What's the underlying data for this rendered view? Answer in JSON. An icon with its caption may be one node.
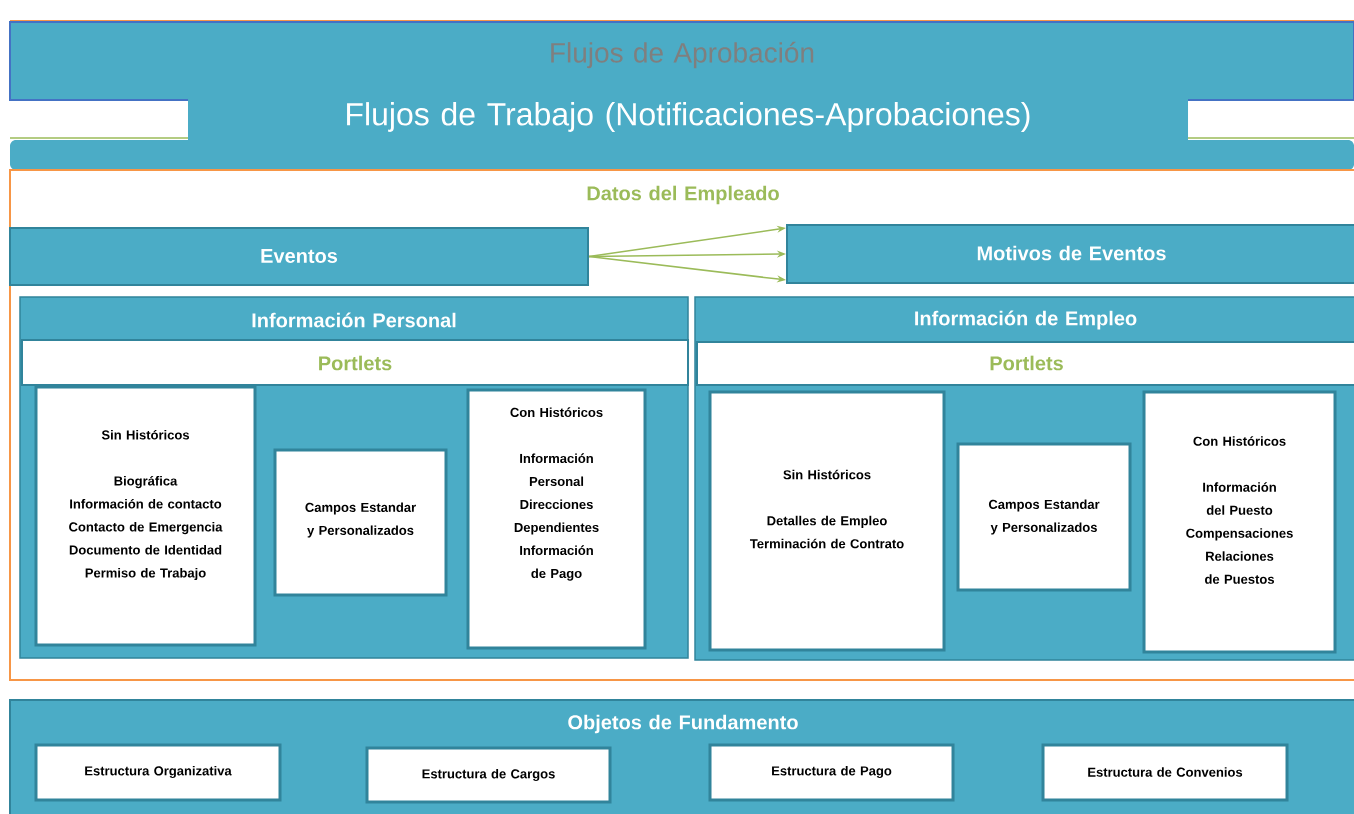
{
  "diagram": {
    "nodes": [
      {
        "text": [
          "Flujos de Aprobación"
        ]
      },
      {
        "text": [
          "Flujos de Trabajo (Notificaciones-Aprobaciones)"
        ]
      },
      {
        "text": [
          "Datos del Empleado"
        ]
      },
      {
        "text": [
          "Eventos"
        ],
        "in": 2
      },
      {
        "text": [
          "Motivos de Eventos"
        ],
        "in": 2
      },
      {
        "text": [
          "Información Personal"
        ],
        "in": 2
      },
      {
        "text": [
          "Portlets"
        ],
        "in": 5
      },
      {
        "text": [
          "Sin Históricos",
          "Biográfica",
          "Información de contacto",
          "Contacto de Emergencia",
          "Documento de Identidad",
          "Permiso de Trabajo"
        ],
        "in": 5
      },
      {
        "text": [
          "Campos Estandar y Personalizados"
        ],
        "in": 5
      },
      {
        "text": [
          "Con Históricos",
          "Información Personal",
          "Direcciones",
          "Dependientes",
          "Información de Pago"
        ],
        "in": 5
      },
      {
        "text": [
          "Información de Empleo"
        ],
        "in": 2
      },
      {
        "text": [
          "Portlets"
        ],
        "in": 10
      },
      {
        "text": [
          "Sin Históricos",
          "Detalles de Empleo",
          "Terminación de Contrato"
        ],
        "in": 10
      },
      {
        "text": [
          "Campos Estandar y Personalizados"
        ],
        "in": 10
      },
      {
        "text": [
          "Con Históricos",
          "Información del Puesto",
          "Compensaciones",
          "Relaciones de Puestos"
        ],
        "in": 10
      },
      {
        "text": [
          "Objetos de Fundamento"
        ]
      },
      {
        "text": [
          "Estructura Organizativa"
        ],
        "in": 15
      },
      {
        "text": [
          "Estructura de Cargos"
        ],
        "in": 15
      },
      {
        "text": [
          "Estructura de Pago"
        ],
        "in": 15
      },
      {
        "text": [
          "Estructura de Convenios"
        ],
        "in": 15
      }
    ],
    "edges": [
      {
        "from": 3,
        "to": 4,
        "arrow": "to"
      },
      {
        "from": 3,
        "to": 4,
        "arrow": "to"
      },
      {
        "from": 3,
        "to": 4,
        "arrow": "to"
      }
    ]
  }
}
